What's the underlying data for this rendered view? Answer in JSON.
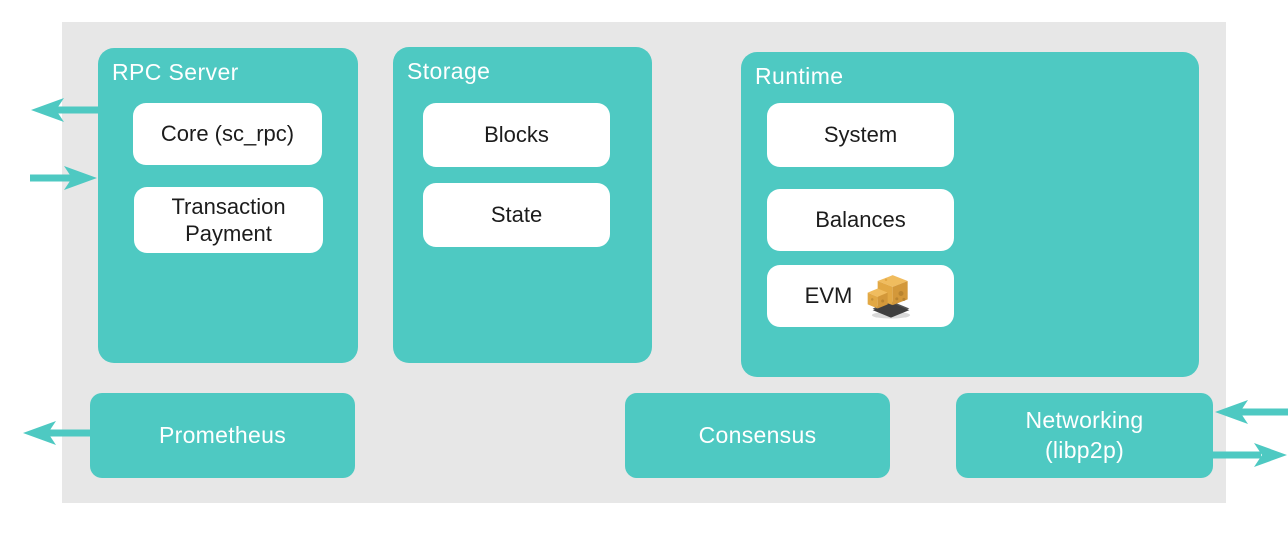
{
  "colors": {
    "teal": "#4ec9c2",
    "panel_gray": "#e7e7e7",
    "box_white": "#ffffff",
    "label_dark": "#1c1c1c",
    "label_light": "#ffffff",
    "cheese_yellow": "#e2a844",
    "pallet_gray": "#555555"
  },
  "groups": {
    "rpc_server": {
      "title": "RPC Server",
      "items": [
        {
          "label": "Core (sc_rpc)"
        },
        {
          "label": "Transaction Payment"
        }
      ]
    },
    "storage": {
      "title": "Storage",
      "items": [
        {
          "label": "Blocks"
        },
        {
          "label": "State"
        }
      ]
    },
    "runtime": {
      "title": "Runtime",
      "items": [
        {
          "label": "System"
        },
        {
          "label": "Balances"
        },
        {
          "label": "EVM",
          "icon": "cheese-icon"
        }
      ]
    }
  },
  "standalone_nodes": {
    "prometheus": {
      "label": "Prometheus"
    },
    "consensus": {
      "label": "Consensus"
    },
    "networking": {
      "label_line1": "Networking",
      "label_line2": "(libp2p)"
    }
  },
  "arrows": [
    {
      "name": "arrow-rpc-outbound",
      "direction": "left",
      "attached_to": "RPC Server"
    },
    {
      "name": "arrow-rpc-inbound",
      "direction": "right",
      "attached_to": "RPC Server"
    },
    {
      "name": "arrow-prometheus-outbound",
      "direction": "left",
      "attached_to": "Prometheus"
    },
    {
      "name": "arrow-networking-inbound",
      "direction": "left",
      "attached_to": "Networking (libp2p)"
    },
    {
      "name": "arrow-networking-outbound",
      "direction": "right",
      "attached_to": "Networking (libp2p)"
    }
  ]
}
